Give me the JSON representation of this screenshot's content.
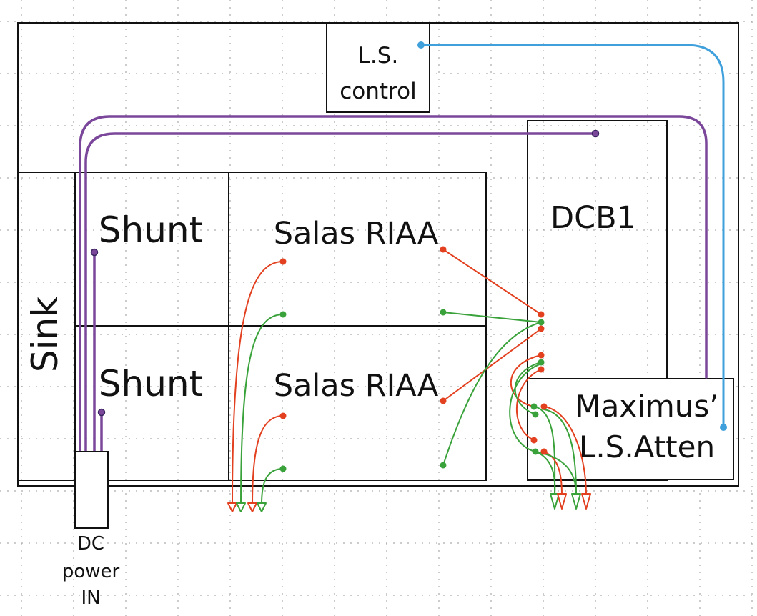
{
  "labels": {
    "ls_control_line1": "L.S.",
    "ls_control_line2": "control",
    "shunt_top": "Shunt",
    "shunt_bottom": "Shunt",
    "riaa_top": "Salas RIAA",
    "riaa_bottom": "Salas RIAA",
    "dcb1": "DCB1",
    "atten_line1": "Maximus’",
    "atten_line2": "L.S.Atten",
    "sink": "Sink",
    "dc_line1": "DC",
    "dc_line2": "power",
    "dc_line3": "IN"
  },
  "colors": {
    "outline": "#111111",
    "grid": "#9a9a9a",
    "power_wire": "#7a479a",
    "control_wire": "#3fa0dc",
    "signal_red": "#e2401f",
    "signal_green": "#3aa23a"
  }
}
